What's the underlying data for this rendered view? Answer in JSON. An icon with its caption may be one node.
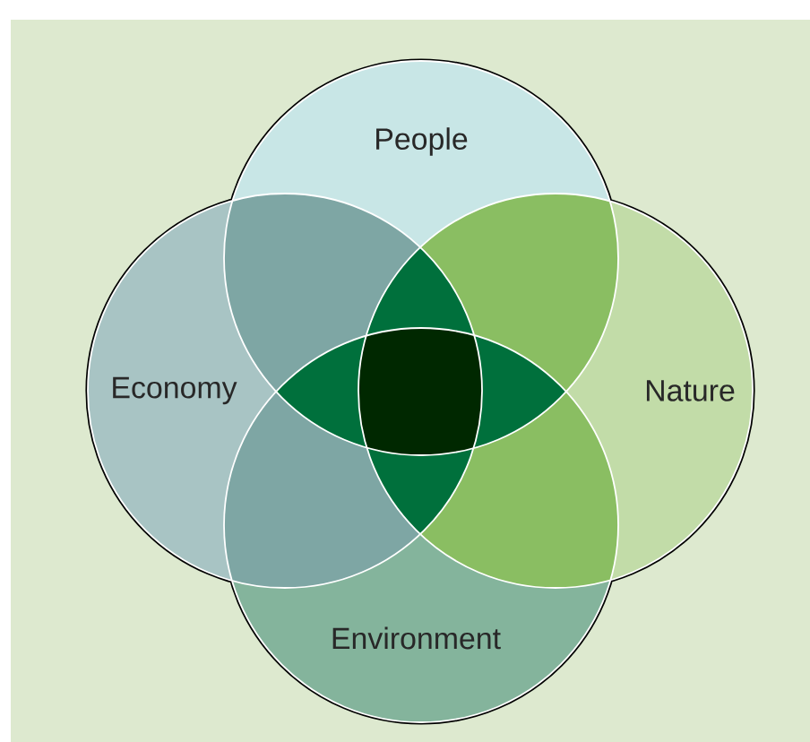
{
  "diagram": {
    "nodes": [
      {
        "text": [
          "People"
        ]
      },
      {
        "text": [
          "Economy"
        ]
      },
      {
        "text": [
          "Nature"
        ]
      },
      {
        "text": [
          "Environment"
        ]
      }
    ]
  }
}
